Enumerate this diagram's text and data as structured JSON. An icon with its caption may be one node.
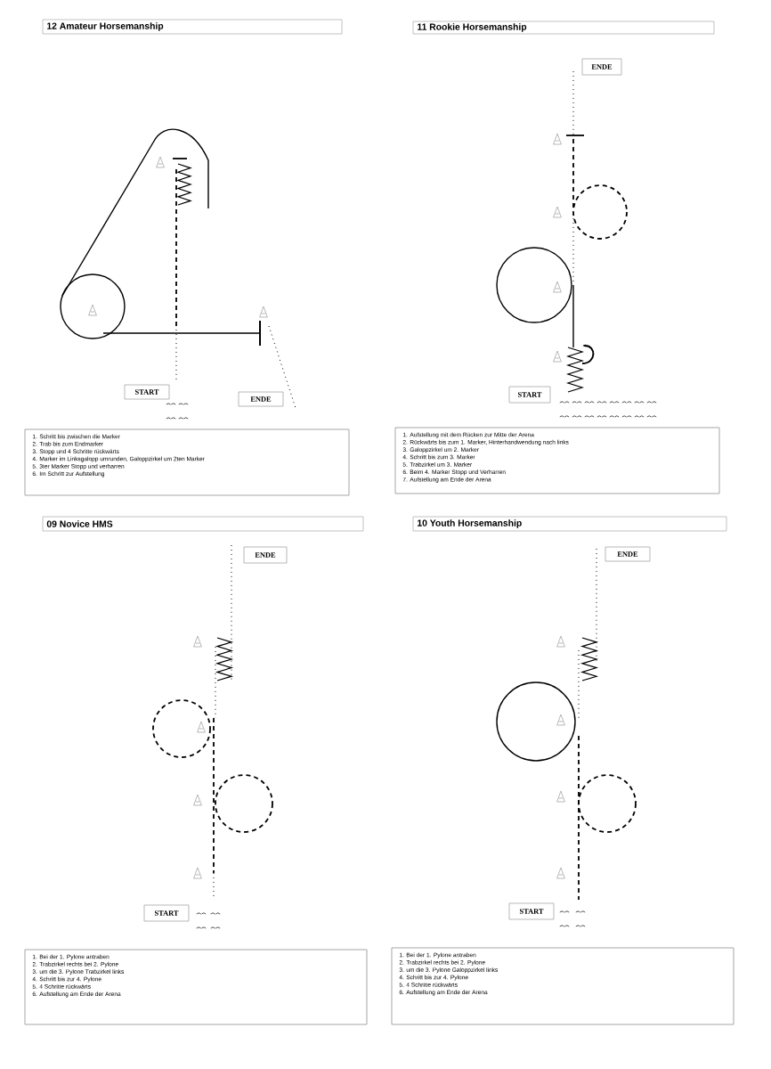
{
  "diagram": {
    "nodes": [
      {
        "text": [
          "12 Amateur Horsemanship"
        ]
      },
      {
        "text": [
          "11 Rookie Horsemanship"
        ]
      },
      {
        "text": [
          "ENDE"
        ]
      },
      {
        "text": [
          "START"
        ]
      },
      {
        "text": [
          "ENDE"
        ]
      },
      {
        "text": [
          "START"
        ]
      },
      {
        "text": [
          "1. Schritt bis zwischen die Marker",
          "2. Trab bis zum Endmarker",
          "3. Stopp und 4 Schritte rückwärts",
          "4. Marker im Linksgalopp umrunden, Galoppzirkel um 2ten Marker",
          "5. 3ter Marker Stopp und verharren",
          "6. Im Schritt zur Aufstellung"
        ]
      },
      {
        "text": [
          "1. Aufstellung mit dem Rücken zur Mitte der Arena",
          "2. Rückwärts bis zum 1. Marker, Hinterhandwendung nach links",
          "3. Galoppzirkel um 2. Marker",
          "4. Schritt bis zum 3. Marker",
          "5. Trabzirkel um 3. Marker",
          "6. Beim 4. Marker Stopp und Verharren",
          "7. Aufstellung am Ende der Arena"
        ]
      },
      {
        "text": [
          "09 Novice HMS"
        ]
      },
      {
        "text": [
          "10 Youth Horsemanship"
        ]
      },
      {
        "text": [
          "ENDE"
        ]
      },
      {
        "text": [
          "ENDE"
        ]
      },
      {
        "text": [
          "START"
        ]
      },
      {
        "text": [
          "START"
        ]
      },
      {
        "text": [
          "1. Bei der 1. Pylone antraben",
          "2. Trabzirkel rechts bei 2. Pylone",
          "3. um die 3. Pylone Trabzirkel links",
          "4. Schritt bis zur 4. Pylone",
          "5. 4 Schritte rückwärts",
          "6. Aufstellung am Ende der Arena"
        ]
      },
      {
        "text": [
          "1. Bei der 1. Pylone antraben",
          "2. Trabzirkel rechts bei 2. Pylone",
          "3. um die 3. Pylone Galoppzirkel links",
          "4. Schritt bis zur 4. Pylone",
          "5. 4 Schritte rückwärts",
          "6. Aufstellung am Ende der Arena"
        ]
      }
    ]
  }
}
